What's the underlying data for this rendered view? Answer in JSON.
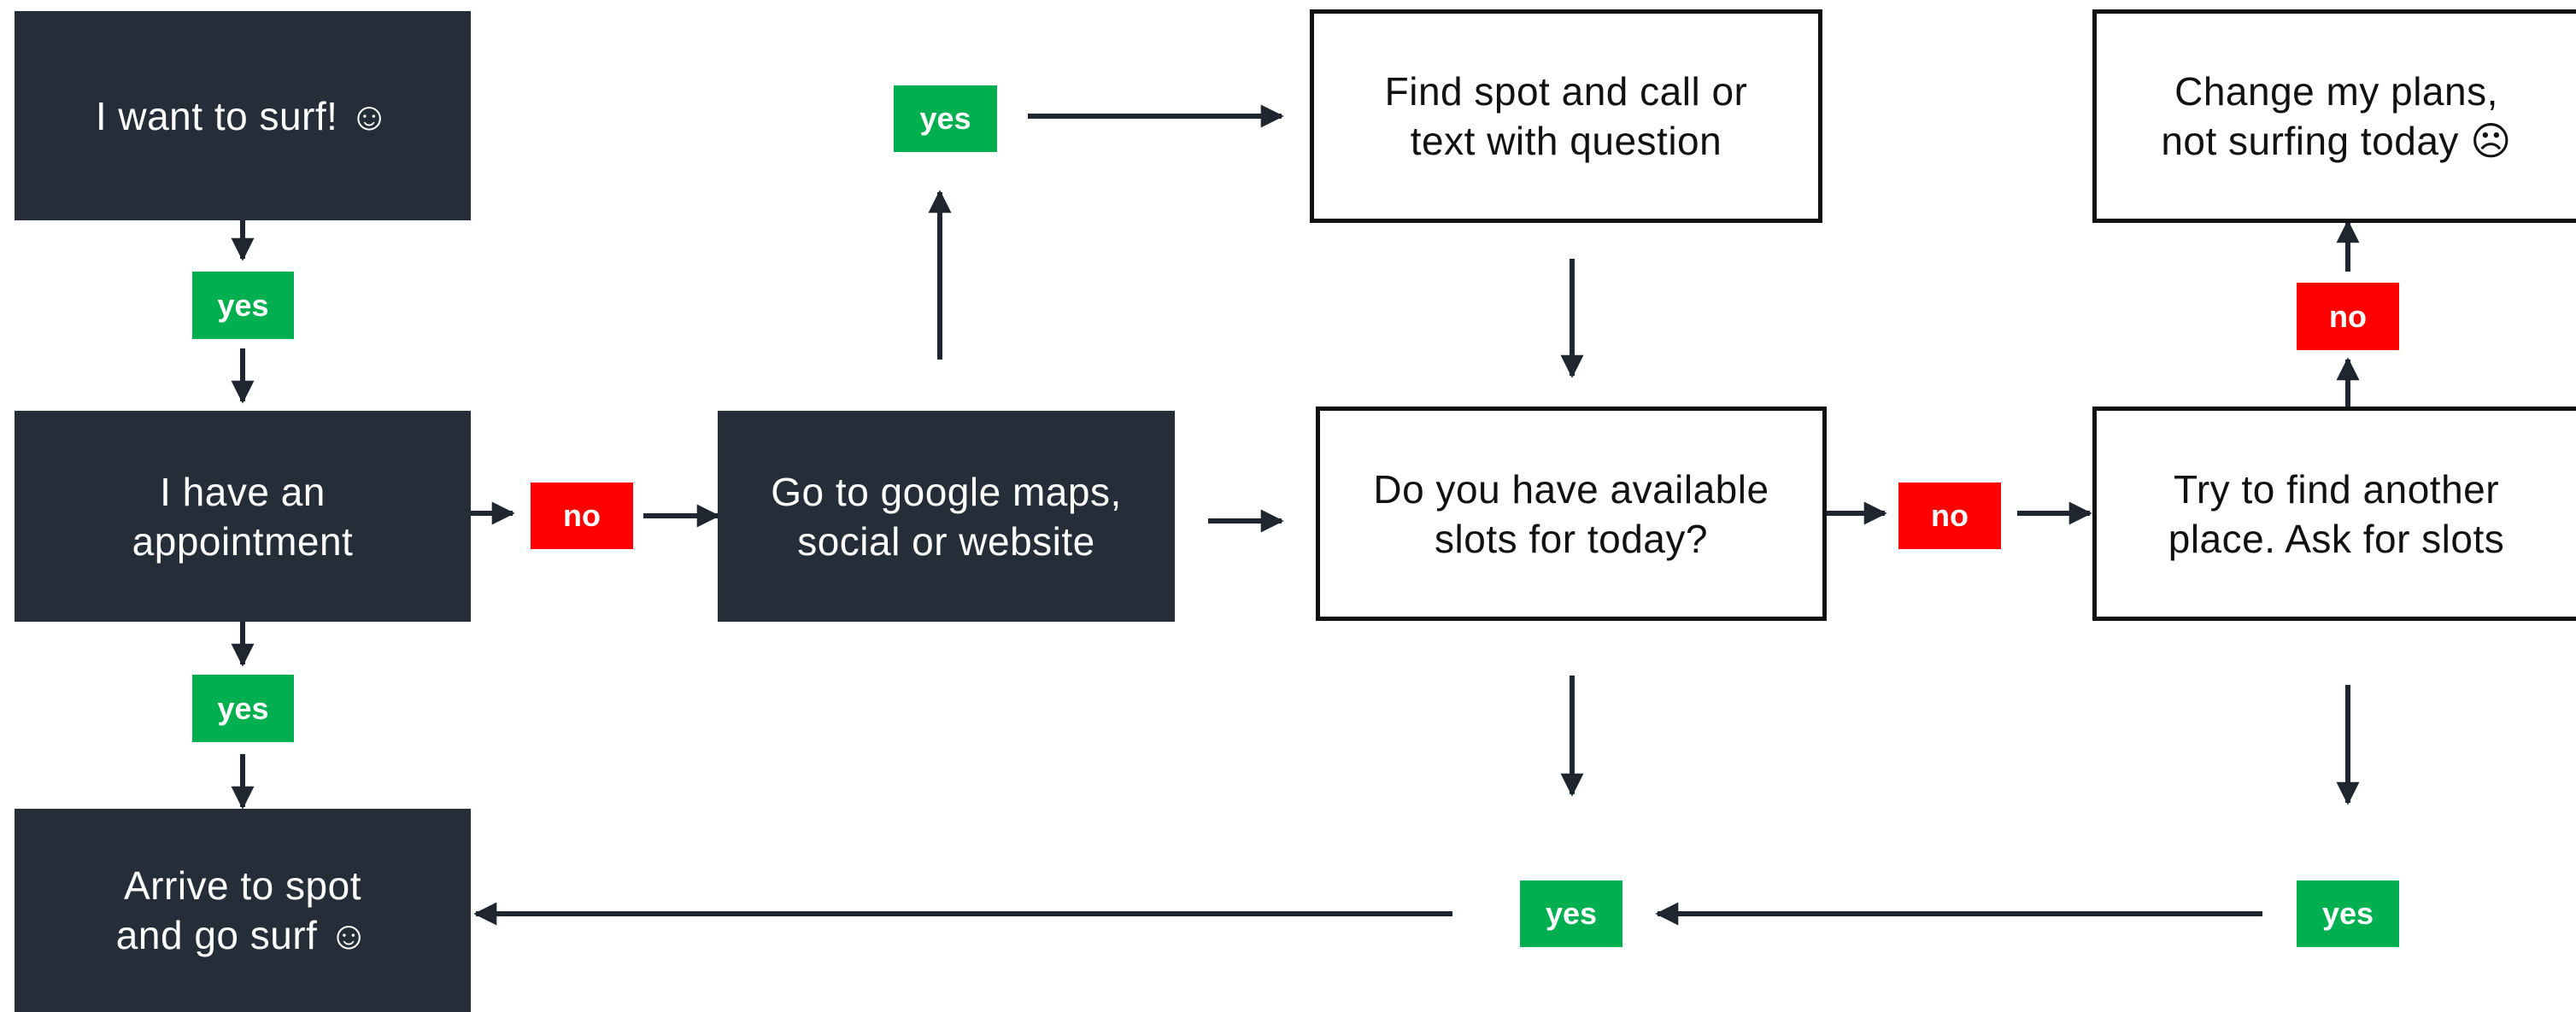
{
  "colors": {
    "dark_box": "#252d38",
    "yes_badge": "#00b050",
    "no_badge": "#ff0000",
    "arrow": "#111111"
  },
  "nodes": {
    "want_to_surf": "I want to surf! ☺",
    "have_appointment": "I have an\nappointment",
    "arrive_to_spot": "Arrive to spot\nand go surf ☺",
    "go_to_google": "Go to google maps,\nsocial or website",
    "find_spot": "Find spot and call or\ntext with question",
    "available_slots": "Do you have available\nslots for today?",
    "try_another": "Try to find another\nplace. Ask for slots",
    "change_plans": "Change my plans,\nnot surfing today ☹"
  },
  "badges": {
    "yes": "yes",
    "no": "no"
  }
}
